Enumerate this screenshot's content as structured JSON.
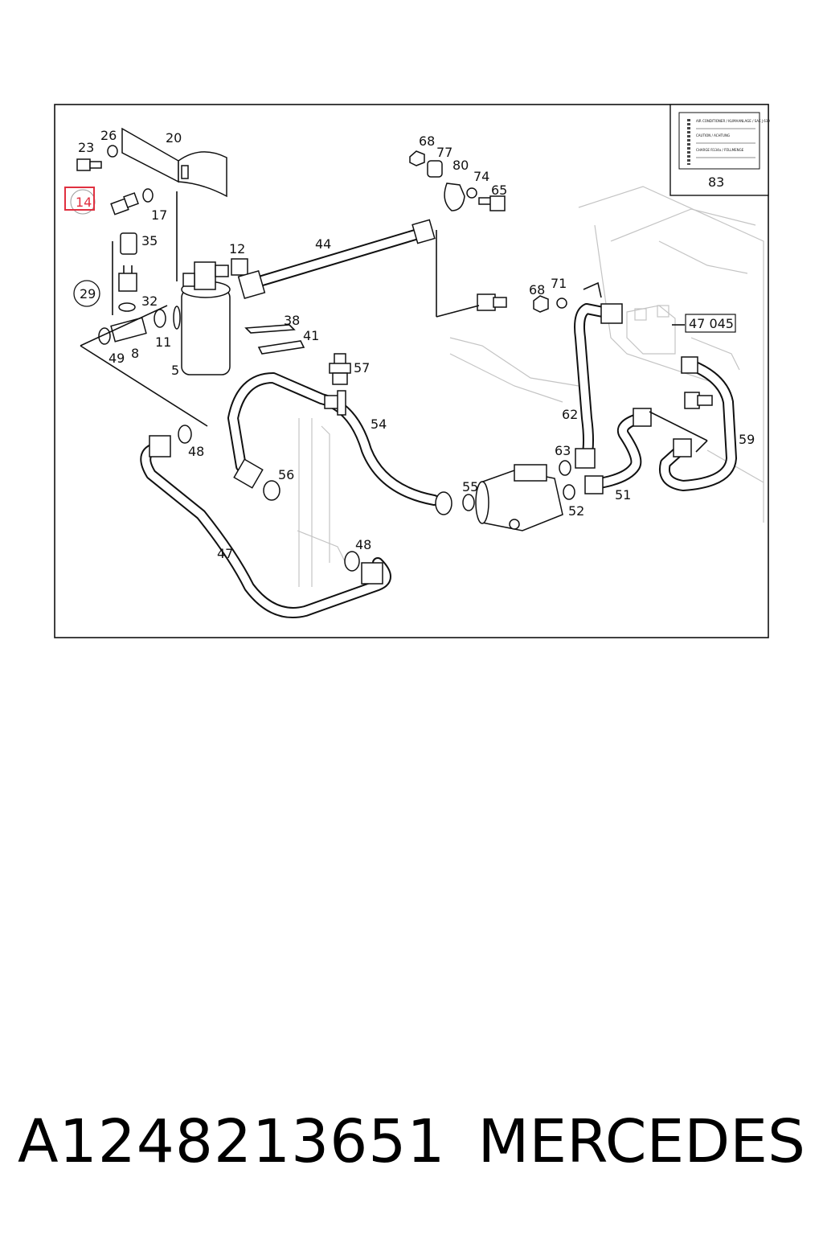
{
  "callouts": {
    "c20": "20",
    "c26": "26",
    "c23": "23",
    "c14": "14",
    "c17": "17",
    "c35": "35",
    "c29": "29",
    "c32": "32",
    "c11": "11",
    "c49": "49",
    "c8": "8",
    "c5": "5",
    "c12": "12",
    "c44": "44",
    "c38": "38",
    "c41": "41",
    "c57": "57",
    "c54": "54",
    "c48a": "48",
    "c56": "56",
    "c47": "47",
    "c48b": "48",
    "c68a": "68",
    "c77": "77",
    "c80": "80",
    "c74": "74",
    "c65": "65",
    "c68b": "68",
    "c71": "71",
    "c47045": "47 045",
    "c62": "62",
    "c63": "63",
    "c55": "55",
    "c52": "52",
    "c51": "51",
    "c59": "59",
    "c83": "83"
  },
  "highlighted_callout": "14",
  "highlight_color": "#e03040",
  "label_plate_text": [
    "AIR CONDITIONER / KLIMAANLAGE / SAE J 639",
    "CAUTION / ACHTUNG",
    "CHARGE R134a / FÜLLMENGE"
  ],
  "footer": {
    "part_number": "A1248213651",
    "brand": "MERCEDES"
  }
}
